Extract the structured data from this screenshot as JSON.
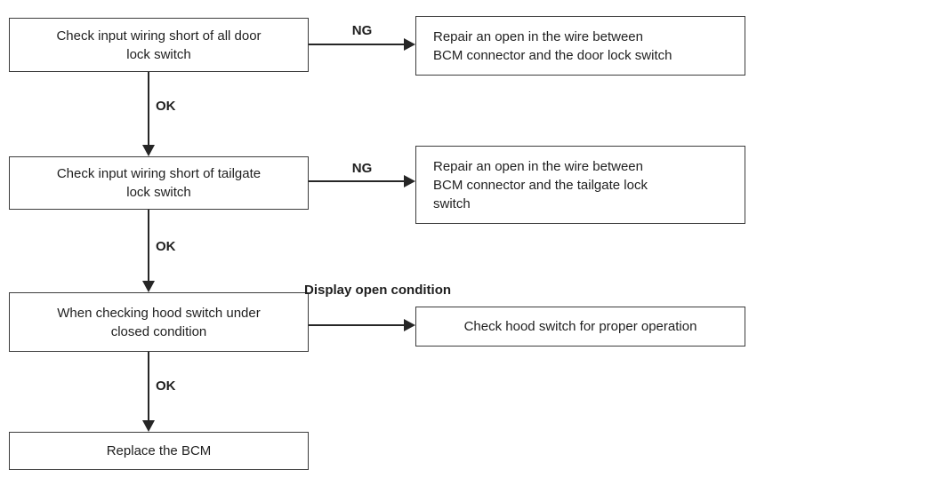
{
  "diagram": {
    "title": "door-lock-bcm-diagnostic-flowchart",
    "colors": {
      "line": "#262626",
      "box_border": "#3c3c3c",
      "text": "#1f1f1f",
      "background": "#ffffff"
    },
    "nodes": {
      "step1": {
        "lines": [
          "Check input wiring short of all door",
          "lock switch"
        ]
      },
      "step2": {
        "lines": [
          "Check input wiring short of tailgate",
          "lock switch"
        ]
      },
      "step3": {
        "lines": [
          "When checking hood switch under",
          "closed condition"
        ]
      },
      "step4": {
        "lines": [
          "Replace the BCM"
        ]
      },
      "repair1": {
        "lines": [
          "Repair an open in the wire between",
          "BCM connector and the door lock switch"
        ]
      },
      "repair2": {
        "lines": [
          "Repair an open in the wire between",
          "BCM connector and the tailgate lock",
          "switch"
        ]
      },
      "action3": {
        "lines": [
          "Check hood switch for proper operation"
        ]
      }
    },
    "labels": {
      "ng1": "NG",
      "ng2": "NG",
      "ok1": "OK",
      "ok2": "OK",
      "ok3": "OK",
      "display_line1": "Display",
      "display_line2": "open condition"
    }
  }
}
